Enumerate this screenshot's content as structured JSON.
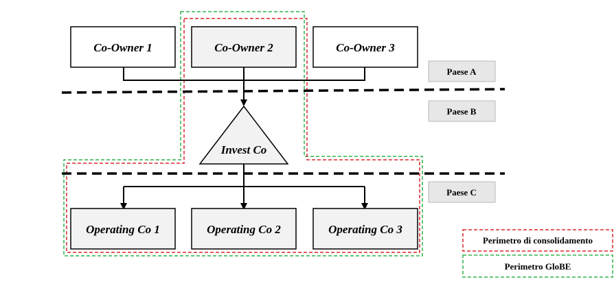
{
  "owners": [
    {
      "label": "Co-Owner 1",
      "shaded": false
    },
    {
      "label": "Co-Owner 2",
      "shaded": true
    },
    {
      "label": "Co-Owner 3",
      "shaded": false
    }
  ],
  "invest": {
    "label": "Invest Co"
  },
  "operating": [
    {
      "label": "Operating Co 1"
    },
    {
      "label": "Operating Co 2"
    },
    {
      "label": "Operating Co 3"
    }
  ],
  "countries": [
    {
      "label": "Paese A"
    },
    {
      "label": "Paese B"
    },
    {
      "label": "Paese C"
    }
  ],
  "legend": {
    "consolidation": {
      "label": "Perimetro di consolidamento",
      "color": "#d9262a"
    },
    "globe": {
      "label": "Perimetro GloBE",
      "color": "#2eb34a"
    }
  },
  "colors": {
    "shaded_fill": "#f2f2f2",
    "country_fill": "#e7e7e7",
    "line": "#000000"
  }
}
